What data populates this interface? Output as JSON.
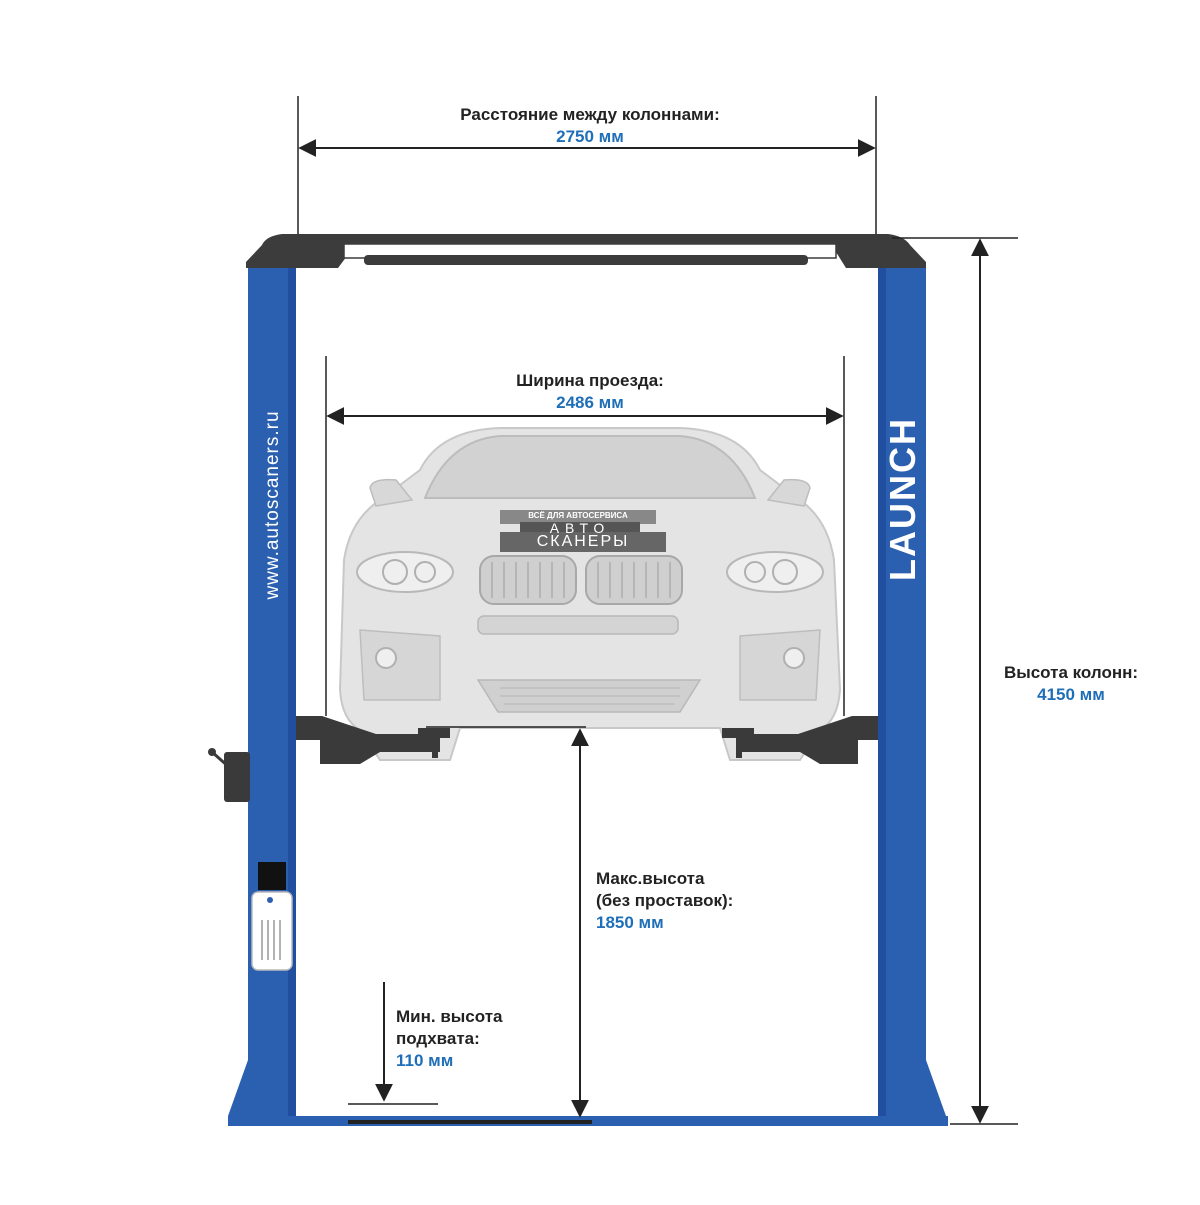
{
  "colors": {
    "column_blue": "#2b5fb0",
    "column_dark": "#1f4f9e",
    "value_blue": "#1f6fb8",
    "frame_dark": "#3a3a3a",
    "car_light": "#dcdcdc"
  },
  "dimensions": {
    "column_distance": {
      "label": "Расстояние между колоннами:",
      "value": "2750 мм"
    },
    "drive_through_width": {
      "label": "Ширина проезда:",
      "value": "2486 мм"
    },
    "column_height": {
      "label": "Высота колонн:",
      "value": "4150 мм"
    },
    "max_height": {
      "label_line1": "Макс.высота",
      "label_line2": "(без проставок):",
      "value": "1850 мм"
    },
    "min_pickup_height": {
      "label_line1": "Мин. высота",
      "label_line2": "подхвата:",
      "value": "110 мм"
    }
  },
  "branding": {
    "website": "www.autoscaners.ru",
    "lift_brand": "LAUNCH",
    "car_logo_top": "ВСЁ ДЛЯ АВТОСЕРВИСА",
    "car_logo_mid": "АВТО",
    "car_logo_bottom": "СКАНЕРЫ"
  }
}
